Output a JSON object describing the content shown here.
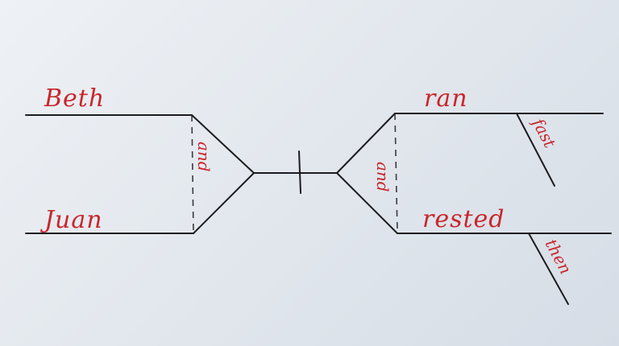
{
  "diagram": {
    "subjects": {
      "first": "Beth",
      "second": "Juan",
      "conjunction": "and"
    },
    "predicates": {
      "first_verb": "ran",
      "first_modifier": "fast",
      "second_verb": "rested",
      "second_modifier": "then",
      "conjunction": "and"
    },
    "colors": {
      "ink": "#1c1c1f",
      "word_red": "#c8262b",
      "paper": "#e3e8ee"
    }
  }
}
